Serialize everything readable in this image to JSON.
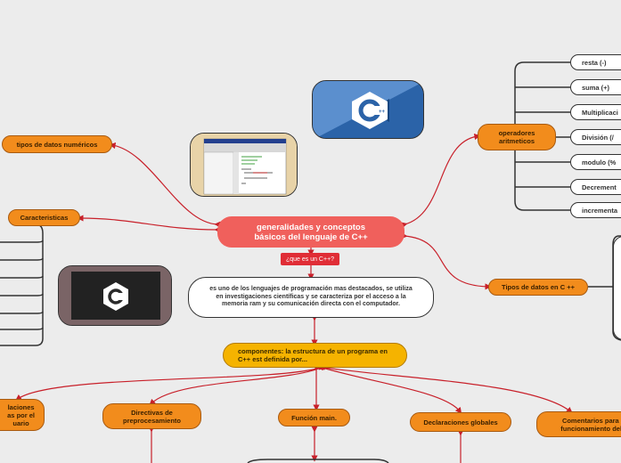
{
  "central": {
    "title": "generalidades y conceptos básicos del lenguaje de C++"
  },
  "question": {
    "label": "¿que es un C++?"
  },
  "definition": {
    "text": "es uno de los lenguajes de programación mas destacados, se utiliza en investigaciones científicas y se caracteriza por el acceso a la memoria ram y su comunicación directa con el computador."
  },
  "components": {
    "text": "componentes: la estructura de un programa en C++ est definida por..."
  },
  "left_topics": {
    "tipos_numericos": "tipos de datos numéricos",
    "caracteristicas": "Caracteristicas"
  },
  "right_topics": {
    "operadores": "operadores aritmeticos",
    "tipos_datos": "Tipos de datos en C ++"
  },
  "operators": [
    "resta (-)",
    "suma (+)",
    "Multiplicaci",
    "División (/",
    "modulo (%",
    "Decrement",
    "incrementa"
  ],
  "component_children": {
    "declaraciones_usuario": "laciones\nas por el\nuario",
    "directivas": "Directivas de preprocesamiento",
    "funcion_main": "Función main.",
    "declaraciones_globales": "Declaraciones globales",
    "comentarios": "Comentarios para el funcionamiento del p"
  },
  "images": {
    "logo_blue_icon": "cpp-logo-icon",
    "ide_screenshot_icon": "ide-screenshot-icon",
    "logo_dark_icon": "cpp-logo-dark-icon"
  },
  "colors": {
    "central": "#f0605c",
    "orange": "#f28c1c",
    "yellow": "#f5b300",
    "connector": "#c8202a"
  }
}
